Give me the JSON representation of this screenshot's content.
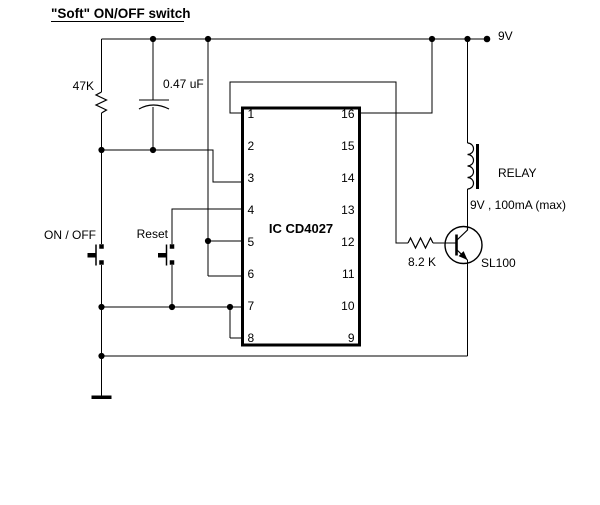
{
  "title": "\"Soft\" ON/OFF switch",
  "power_rail": {
    "label": "9V"
  },
  "components": {
    "resistor_r1": {
      "value": "47K"
    },
    "capacitor_c1": {
      "value": "0.47 uF"
    },
    "switch_on_off": {
      "label": "ON / OFF"
    },
    "switch_reset": {
      "label": "Reset"
    },
    "ic": {
      "label": "IC CD4027",
      "pins_left": [
        "1",
        "2",
        "3",
        "4",
        "5",
        "6",
        "7",
        "8"
      ],
      "pins_right": [
        "16",
        "15",
        "14",
        "13",
        "12",
        "11",
        "10",
        "9"
      ]
    },
    "relay": {
      "label": "RELAY",
      "rating": "9V , 100mA (max)"
    },
    "resistor_r2": {
      "value": "8.2 K"
    },
    "transistor_q1": {
      "label": "SL100"
    }
  },
  "colors": {
    "wire": "#000000",
    "background": "#ffffff",
    "text": "#000000"
  }
}
